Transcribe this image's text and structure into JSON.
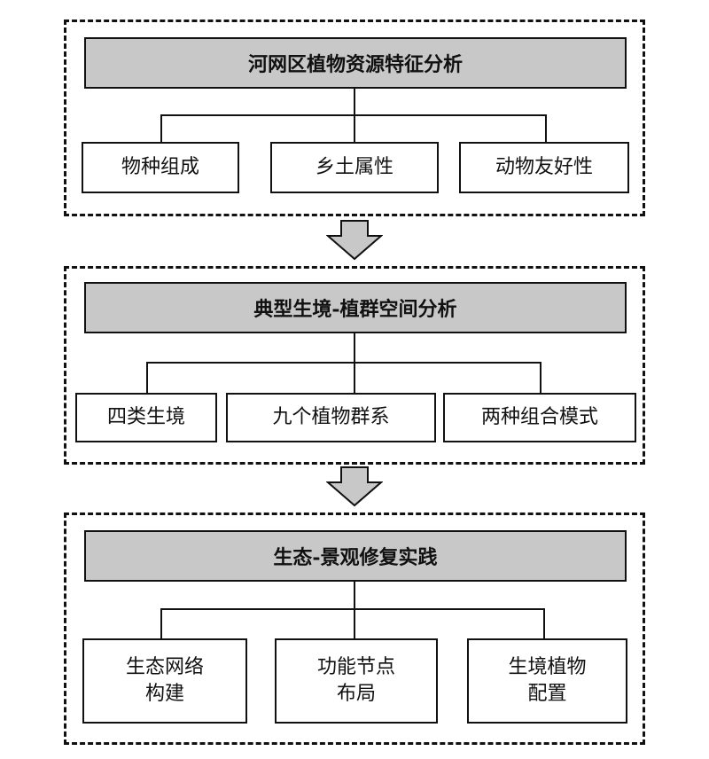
{
  "sections": [
    {
      "title": "河网区植物资源特征分析",
      "items": [
        "物种组成",
        "乡土属性",
        "动物友好性"
      ]
    },
    {
      "title": "典型生境-植群空间分析",
      "items": [
        "四类生境",
        "九个植物群系",
        "两种组合模式"
      ]
    },
    {
      "title": "生态-景观修复实践",
      "items": [
        "生态网络\n构建",
        "功能节点\n布局",
        "生境植物\n配置"
      ]
    }
  ],
  "colors": {
    "header_fill": "#c8c8c8",
    "stroke": "#111111",
    "arrow_fill": "#c8c8c8"
  }
}
